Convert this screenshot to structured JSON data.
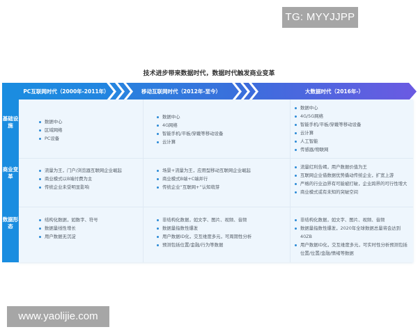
{
  "watermarks": {
    "top": "TG: MYYJJPP",
    "bottom": "www.yaolijie.com"
  },
  "title": "技术进步带来数据时代，数据时代触发商业变革",
  "colors": {
    "pc_era": "#1a8de0",
    "mobile_era": "#2f78dc",
    "bigdata_era": "#6a5be2",
    "side_label": "#1a8de0",
    "cell_bg": "#eef6fd",
    "bullet": "#2a8ad6"
  },
  "eras": [
    {
      "label": "PC互联网时代（2000年-2011年）"
    },
    {
      "label": "移动互联网时代（2012年-至今）"
    },
    {
      "label": "大数据时代（2016年-）"
    }
  ],
  "rows": [
    {
      "label": "基础设施",
      "cells": [
        [
          "数据中心",
          "区域网络",
          "PC设备"
        ],
        [
          "数据中心",
          "4G网络",
          "智能手机/平板/穿戴等移动设备",
          "云计算"
        ],
        [
          "数据中心",
          "4G/5G网络",
          "智能手机/平板/穿戴等移动设备",
          "云计算",
          "人工智能",
          "传感器/物联网"
        ]
      ]
    },
    {
      "label": "商业变革",
      "cells": [
        [
          "流量为王，门户/浏览器互联网企业崛起",
          "商业模式以B端付费为主",
          "传统企业未受明显影响"
        ],
        [
          "场景+流量为王，应用型移动互联网企业崛起",
          "商业模式B端+C端并行",
          "传统企业“互联网+”认知萌芽"
        ],
        [
          "流量红利告竭，用户数据价值为王",
          "互联网企业借数据优势撬动传统企业，扩宽上游",
          "严格的行业边界有可能被打破，企业跨界的可行性增大",
          "商业模式或有未知的突破空间"
        ]
      ]
    },
    {
      "label": "数据形态",
      "cells": [
        [
          "结构化数据，如数字、符号",
          "数据量线性增长",
          "用户数据无沉淀"
        ],
        [
          "非结构化数据，如文字、图片、视频、音频",
          "数据量指数性爆发",
          "用户数据ID化，交互维度多元，可周期性分析",
          "预测包括位置/金融/行为等数据"
        ],
        [
          "非结构化数据，如文字、图片、视频、音频",
          "数据量指数性爆发，2020年全球数据总量将会达到40ZB",
          "用户数据ID化，交互维度多元，可实时性分析预测包括位置/位置/金融/情绪等数据"
        ]
      ]
    }
  ]
}
